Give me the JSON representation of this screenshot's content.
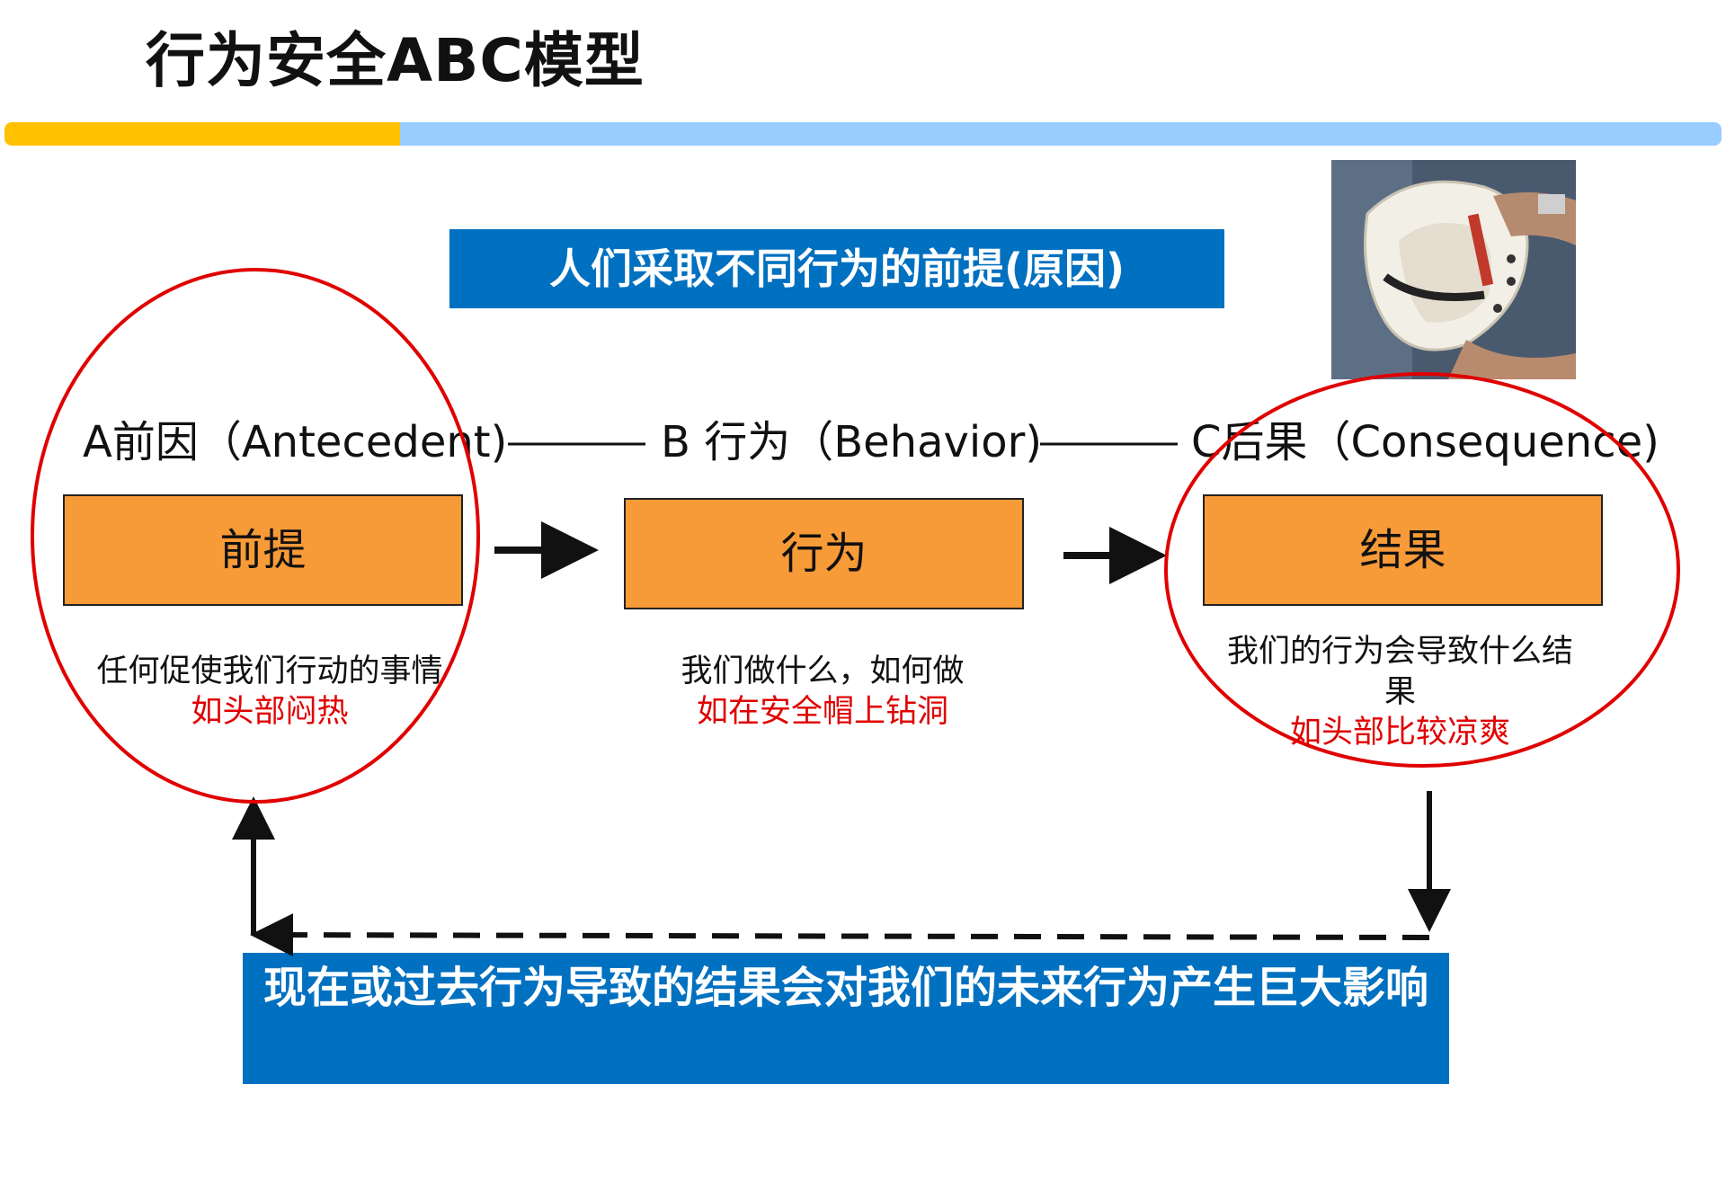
{
  "title": "行为安全ABC模型",
  "top_banner": "人们采取不同行为的前提(原因)",
  "stages": [
    {
      "label": "A前因（Antecedent)",
      "box": "前提",
      "desc": "任何促使我们行动的事情",
      "example": "如头部闷热"
    },
    {
      "label": "B 行为（Behavior)",
      "box": "行为",
      "desc": "我们做什么，如何做",
      "example": "如在安全帽上钻洞"
    },
    {
      "label": "C后果（Consequence)",
      "box": "结果",
      "desc": "我们的行为会导致什么结果",
      "example": "如头部比较凉爽"
    }
  ],
  "bottom_banner": "现在或过去行为导致的结果会对我们的未来行为产生巨大影响",
  "photo": {
    "icon": "helmet-photo"
  },
  "colors": {
    "box_fill": "#F79A38",
    "banner_fill": "#0070C0",
    "circle_stroke": "#E00000",
    "bar_yellow": "#FFC000",
    "bar_blue": "#99CCFF",
    "example_text": "#E00000"
  }
}
